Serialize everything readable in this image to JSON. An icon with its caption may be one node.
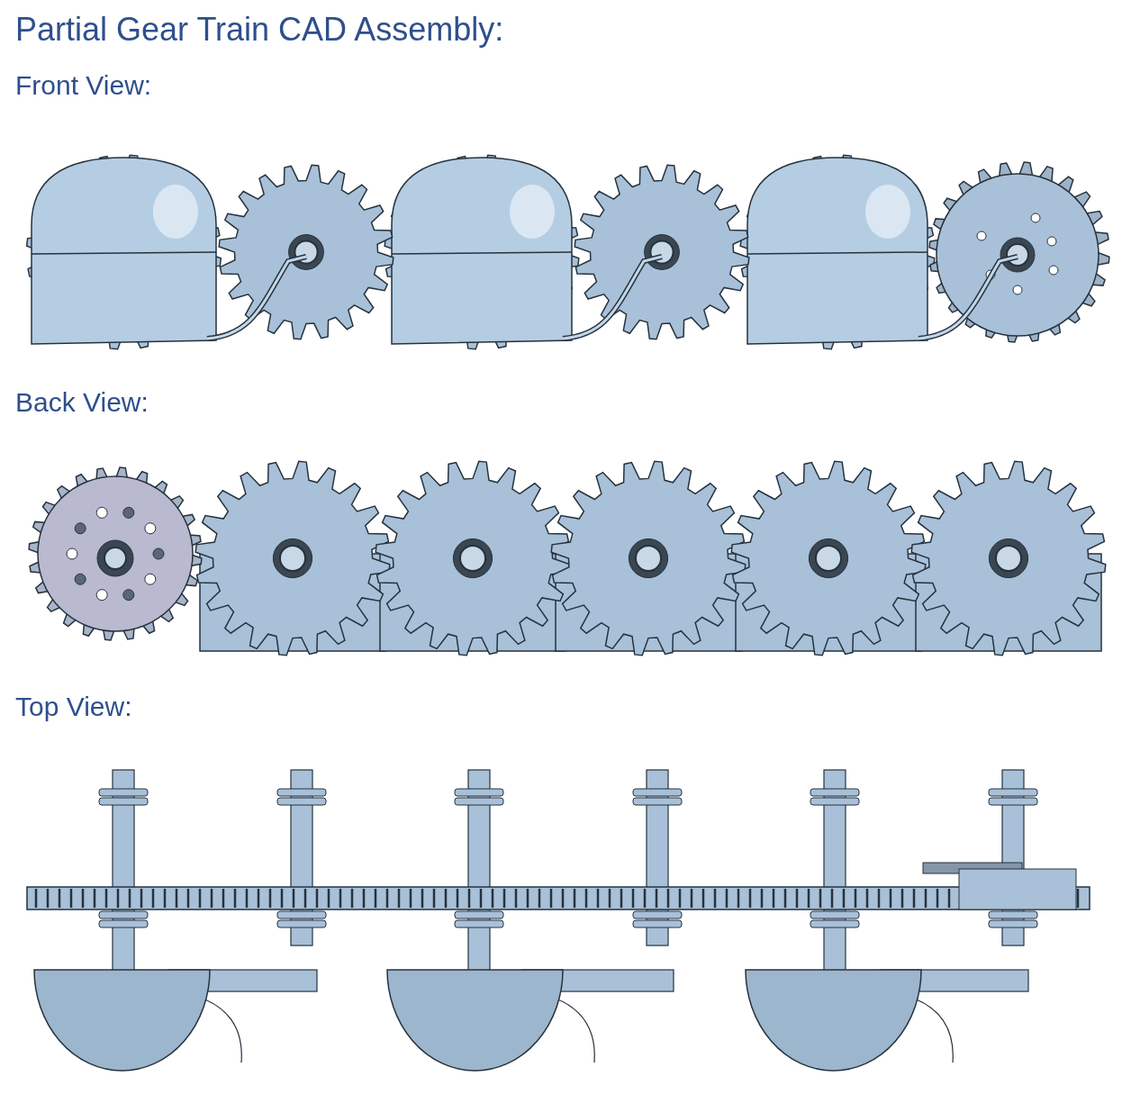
{
  "diagram": {
    "title": "Partial Gear Train CAD Assembly:",
    "labels": [
      "Front View:",
      "Back View:",
      "Top View:"
    ]
  }
}
